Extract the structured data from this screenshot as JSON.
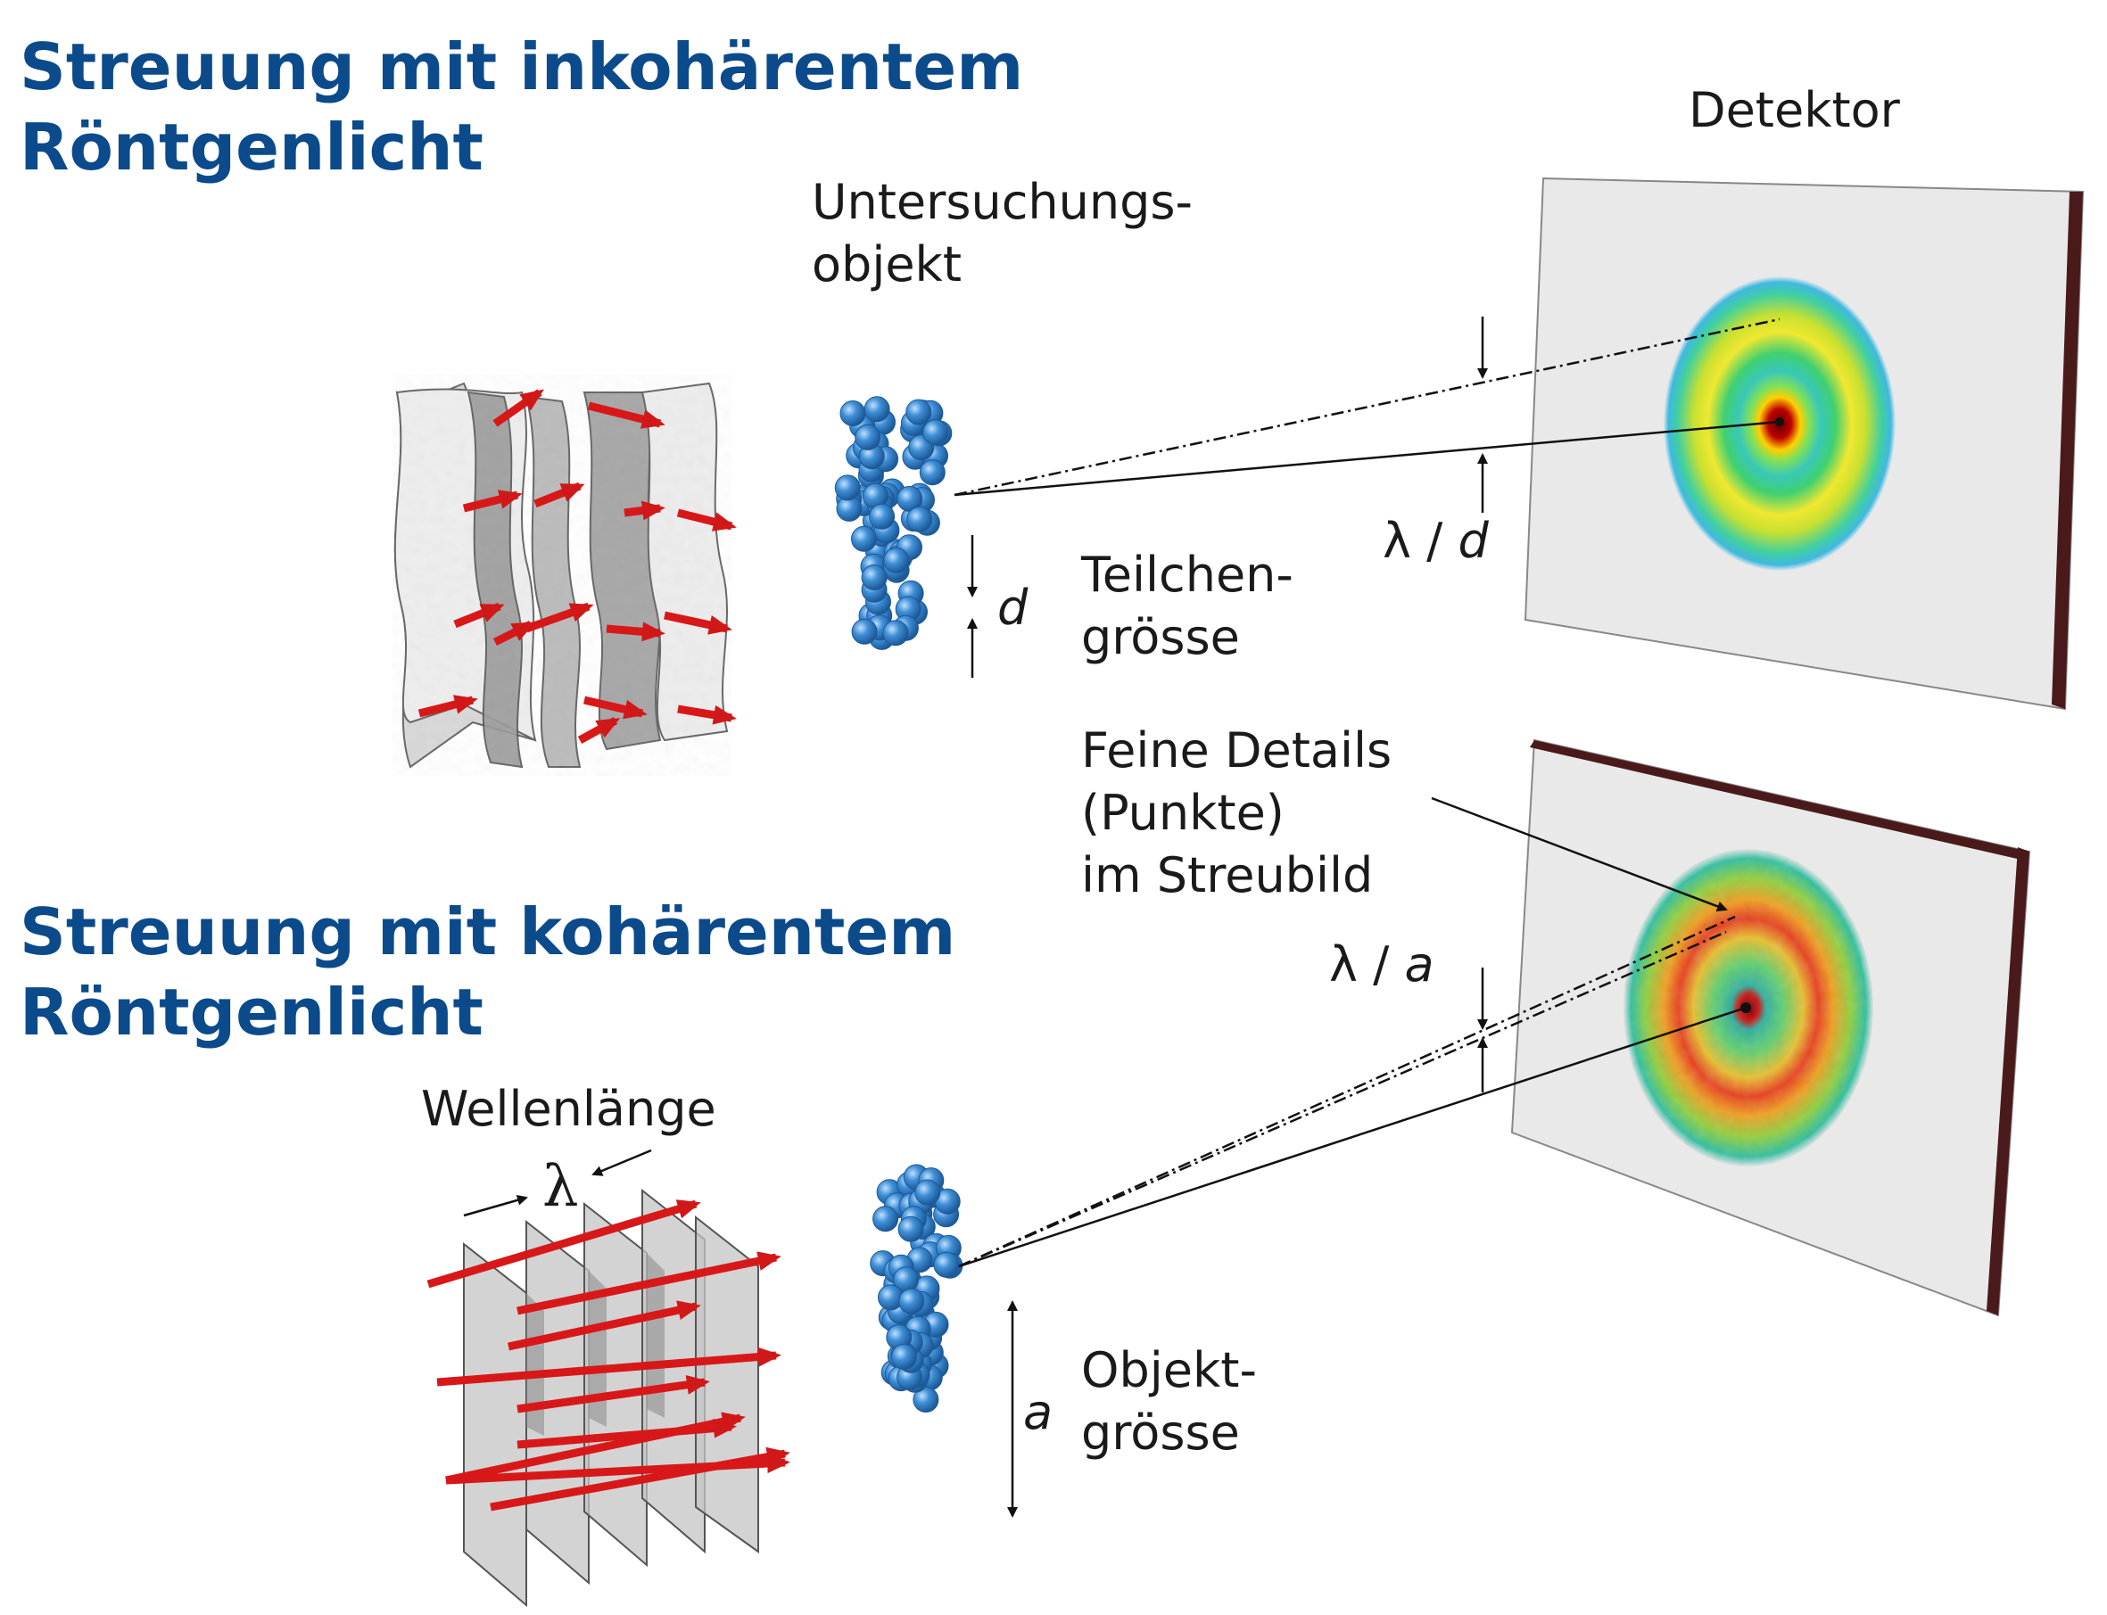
{
  "titles": {
    "incoherent_line1": "Streuung mit inkohärentem",
    "incoherent_line2": "Röntgenlicht",
    "coherent_line1": "Streuung mit kohärentem",
    "coherent_line2": "Röntgenlicht"
  },
  "labels": {
    "detector": "Detektor",
    "object_line1": "Untersuchungs-",
    "object_line2": "objekt",
    "particle_line1": "Teilchen-",
    "particle_line2": "grösse",
    "d_symbol": "d",
    "lambda_over_d_lambda": "λ / ",
    "lambda_over_d_d": "d",
    "fine_line1": "Feine Details",
    "fine_line2": "(Punkte)",
    "fine_line3": "im Streubild",
    "lambda_over_a_lambda": "λ / ",
    "lambda_over_a_a": "a",
    "wavelength": "Wellenlänge",
    "lambda_symbol": "λ",
    "a_symbol": "a",
    "objsize_line1": "Objekt-",
    "objsize_line2": "grösse"
  },
  "colors": {
    "title_blue": "#0b4a8b",
    "sphere_blue": "#3f8fd6",
    "arrow_red": "#e02020",
    "detector_edge": "#4a1a1a",
    "panel_gray": "#e9e9e9"
  }
}
